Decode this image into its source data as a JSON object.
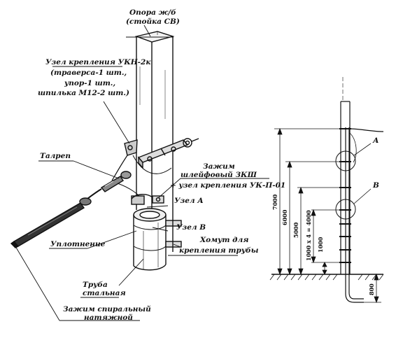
{
  "left_figure": {
    "support_label": [
      "Опора ж/б",
      "(стойка СВ)"
    ],
    "clamp_unit_label": [
      "Узел крепления УКН-2к",
      "(траверса-1 шт.,",
      "упор-1 шт.,",
      "шпилька М12-2 шт.)"
    ],
    "turnbuckle_label": "Талреп",
    "loop_clamp_label": [
      "Зажим",
      "шлейфовый ЗКШ",
      "+ узел крепления УК-П-01"
    ],
    "node_a_label": "Узел А",
    "node_b_label": "Узел В",
    "pipe_clamp_label": [
      "Хомут для",
      "крепления трубы"
    ],
    "seal_label": "Уплотнение",
    "steel_pipe_label": [
      "Труба",
      "стальная"
    ],
    "spiral_clamp_label": [
      "Зажим спиральный",
      "натяжной"
    ]
  },
  "right_figure": {
    "marker_a": "А",
    "marker_b": "В",
    "dims": {
      "d7000": "7000",
      "d6000": "6000",
      "d5000": "5000",
      "d1000x4": "1000 x 4 = 4000",
      "d1000": "1000",
      "d800": "800"
    }
  }
}
